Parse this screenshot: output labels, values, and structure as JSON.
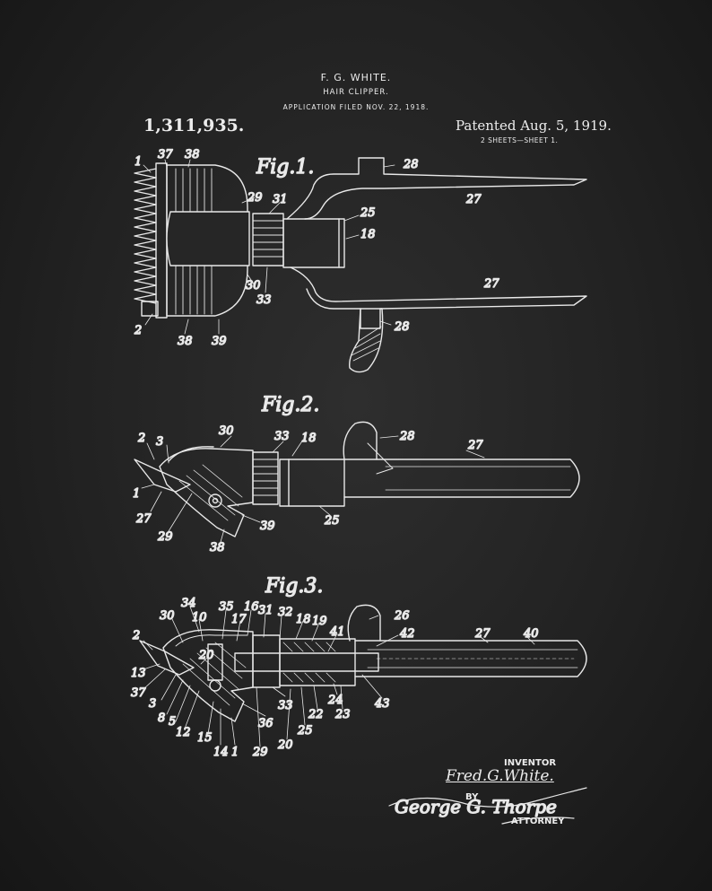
{
  "header": {
    "inventor_name": "F. G. WHITE.",
    "title": "HAIR CLIPPER.",
    "filed": "APPLICATION FILED NOV. 22, 1918.",
    "patent_number": "1,311,935.",
    "patented_date": "Patented Aug. 5, 1919.",
    "sheets": "2 SHEETS—SHEET 1."
  },
  "figures": [
    {
      "label": "Fig.1.",
      "refs": [
        "1",
        "37",
        "38",
        "28",
        "29",
        "31",
        "25",
        "27",
        "18",
        "30",
        "33",
        "27",
        "2",
        "38",
        "39",
        "28"
      ]
    },
    {
      "label": "Fig.2.",
      "refs": [
        "30",
        "33",
        "18",
        "28",
        "27",
        "2",
        "3",
        "1",
        "27",
        "29",
        "38",
        "39",
        "25"
      ]
    },
    {
      "label": "Fig.3.",
      "refs": [
        "34",
        "35",
        "16",
        "31",
        "32",
        "18",
        "19",
        "26",
        "27",
        "40",
        "30",
        "10",
        "17",
        "41",
        "42",
        "2",
        "20",
        "13",
        "37",
        "3",
        "8",
        "5",
        "12",
        "15",
        "14",
        "1",
        "36",
        "33",
        "24",
        "22",
        "23",
        "43",
        "25",
        "29",
        "20"
      ]
    }
  ],
  "signature": {
    "inventor_label": "INVENTOR",
    "inventor_signature": "Fred.G.White.",
    "by_label": "BY",
    "attorney_signature": "George G. Thorpe",
    "attorney_label": "ATTORNEY"
  },
  "colors": {
    "background": "#222222",
    "ink": "#ececec"
  }
}
